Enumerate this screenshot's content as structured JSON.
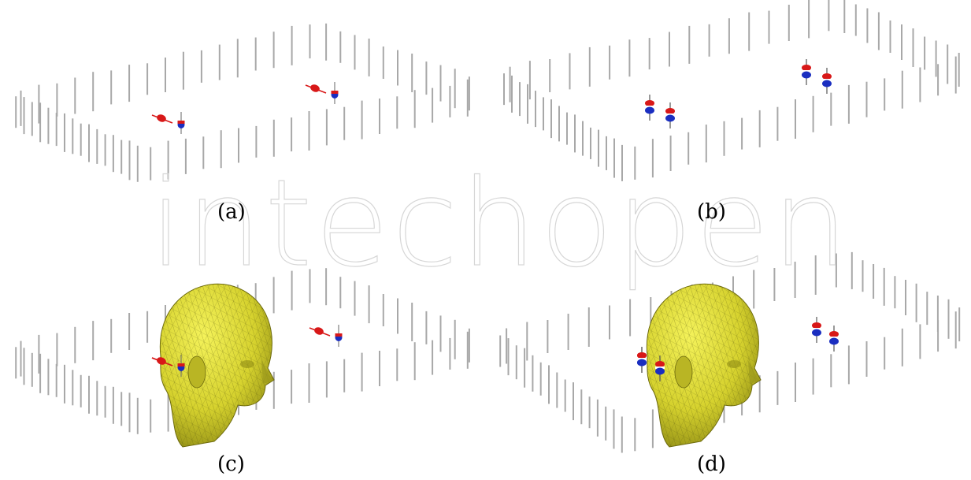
{
  "watermark": "intechopen",
  "panels": [
    {
      "id": "a",
      "label": "(a)",
      "head": false,
      "sources": "tangential"
    },
    {
      "id": "b",
      "label": "(b)",
      "head": false,
      "sources": "radial"
    },
    {
      "id": "c",
      "label": "(c)",
      "head": true,
      "sources": "tangential"
    },
    {
      "id": "d",
      "label": "(d)",
      "head": true,
      "sources": "radial"
    }
  ],
  "colors": {
    "sensor": "#a8a8a8",
    "dipole_red": "#d81818",
    "dipole_blue": "#1a2ec0",
    "head": "#e2e23a",
    "watermark": "#d6d6d6"
  }
}
